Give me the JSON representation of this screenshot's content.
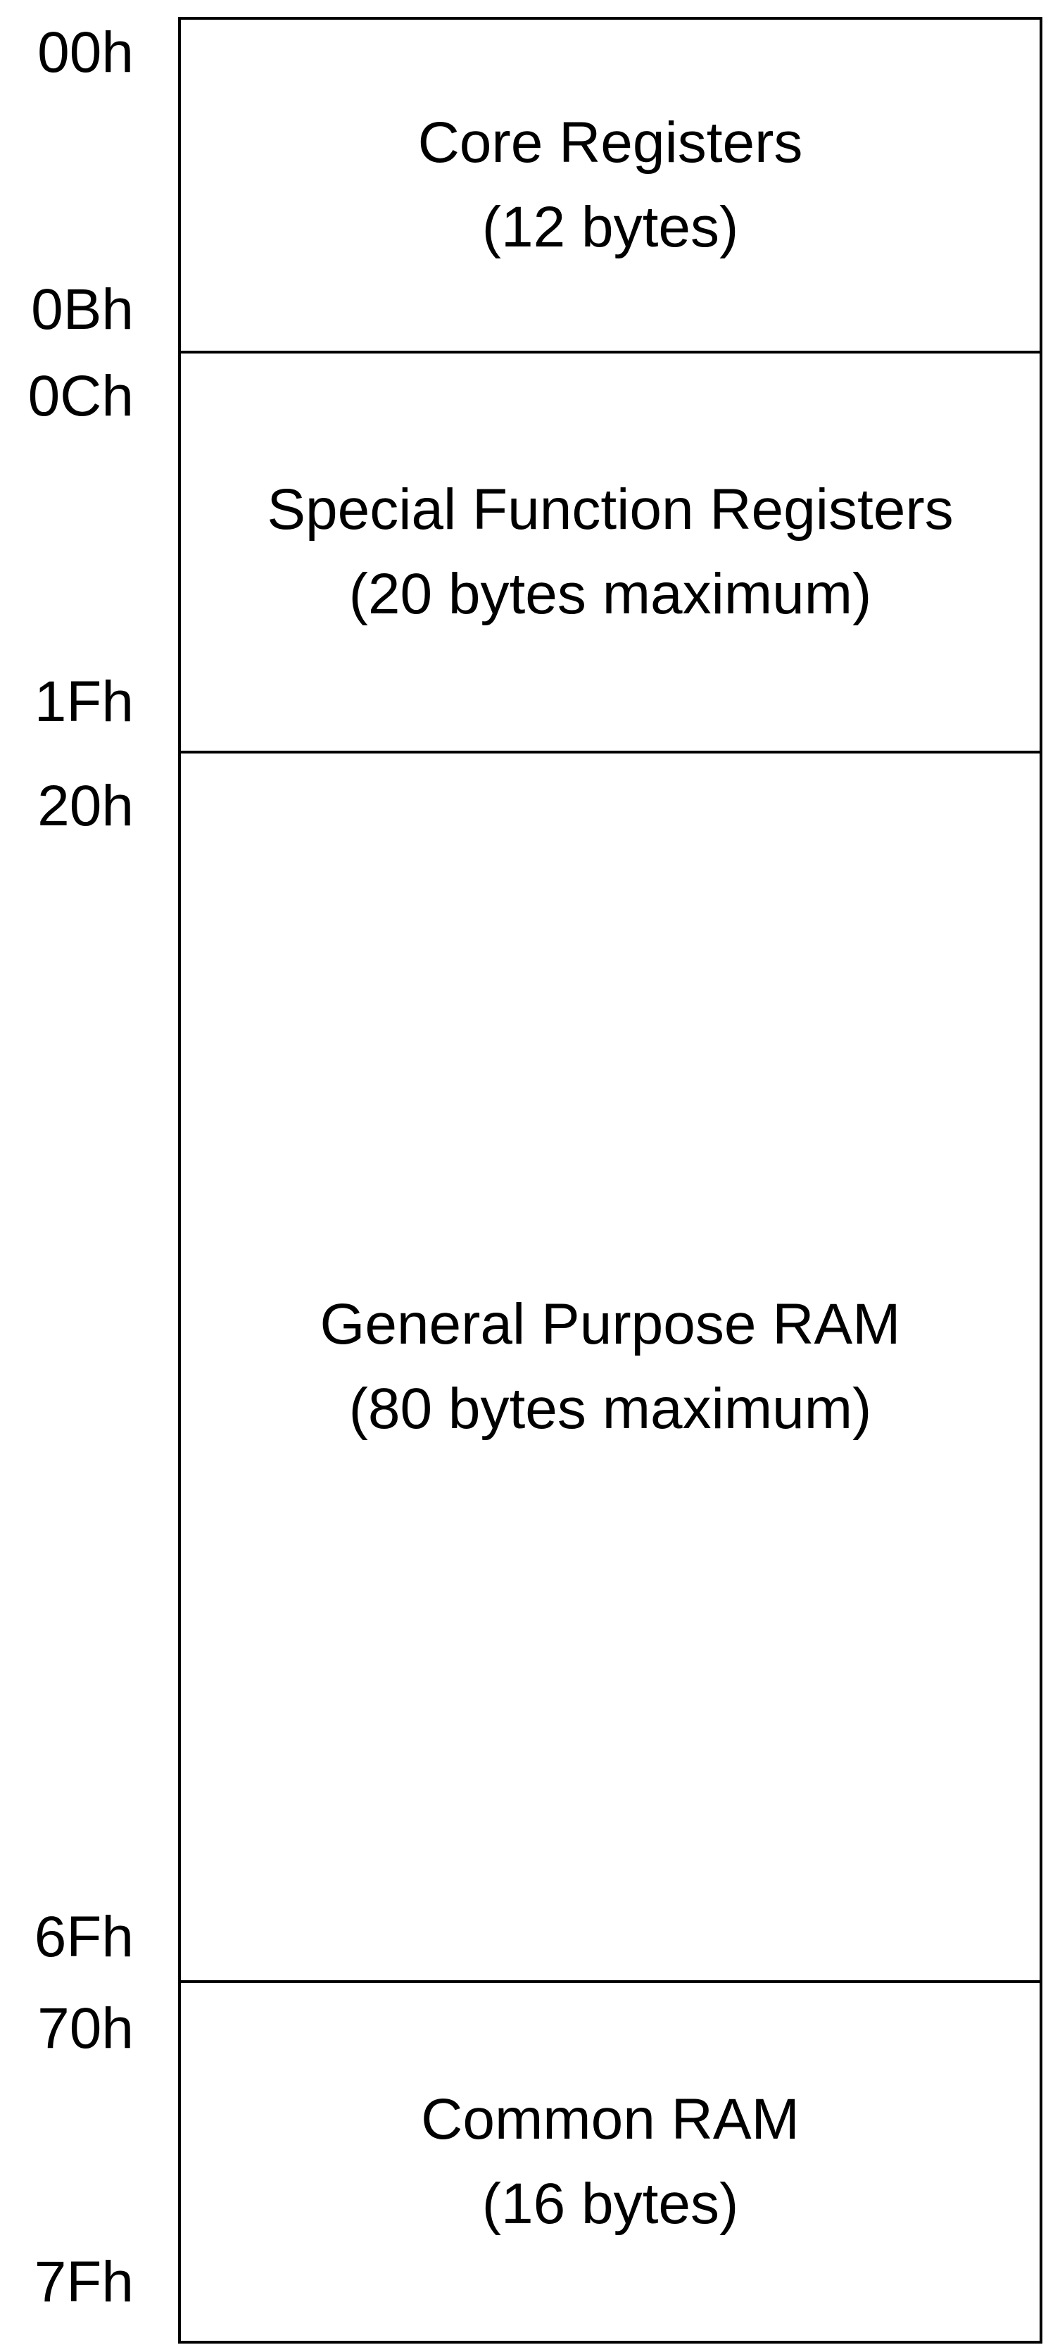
{
  "regions": [
    {
      "name": "Core Registers",
      "size": "(12 bytes)",
      "start_address": "00h",
      "end_address": "0Bh"
    },
    {
      "name": "Special Function Registers",
      "size": "(20 bytes maximum)",
      "start_address": "0Ch",
      "end_address": "1Fh"
    },
    {
      "name": "General Purpose RAM",
      "size": "(80 bytes maximum)",
      "start_address": "20h",
      "end_address": "6Fh"
    },
    {
      "name": "Common RAM",
      "size": "(16 bytes)",
      "start_address": "70h",
      "end_address": "7Fh"
    }
  ]
}
